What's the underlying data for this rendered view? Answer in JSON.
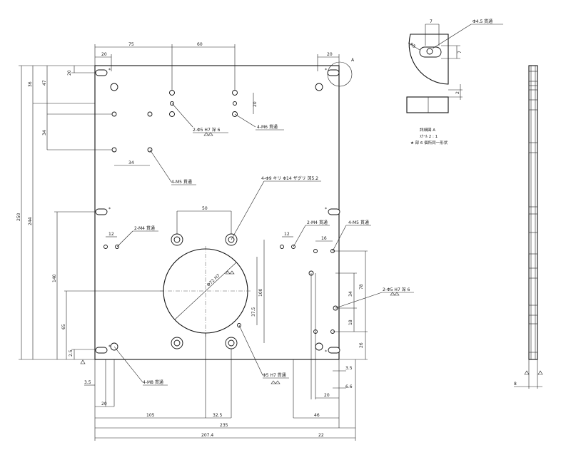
{
  "dims": {
    "top_75": "75",
    "top_60": "60",
    "top_20_left": "20",
    "top_20_right": "20",
    "v_20_top": "20",
    "v_36": "36",
    "v_47": "47",
    "v_34": "34",
    "h_34": "34",
    "v_20_m6": "20",
    "v_250": "250",
    "v_244": "244",
    "v_140": "140",
    "v_65": "65",
    "v_25_left": "2.5",
    "h_50": "50",
    "h_12_left": "12",
    "h_12_right": "12",
    "h_16": "16",
    "v_100": "100",
    "v_375": "37.5",
    "v_78": "78",
    "v_34_right": "34",
    "v_18": "18",
    "v_26": "26",
    "h_35_bottom": "3.5",
    "h_35_right": "3.5",
    "h_6": "6.6",
    "h_20_bottom_left": "20",
    "h_20_bottom_right": "20",
    "h_105": "105",
    "h_325": "32.5",
    "h_46": "46",
    "h_235": "235",
    "h_2074": "207.4",
    "h_22": "22",
    "side_8": "8",
    "detail_7a": "7",
    "detail_7b": "7",
    "detail_2": "2",
    "detail_r": "R5"
  },
  "labels": {
    "corner_a": "A",
    "hole_2_phi5h7": "2-Φ5 H7 深 6",
    "hole_4m6": "4-M6 貫通",
    "hole_4m5_left": "4-M5 貫通",
    "hole_4phi9": "4-Φ9 キリ Φ14 ザグリ 深5.2",
    "hole_2m4_left": "2-M4 貫通",
    "hole_2m4_right": "2-M4 貫通",
    "hole_4m5_right": "4-M5 貫通",
    "hole_phi7h7": "Φ72 H7",
    "hole_2_phi5h7_right": "2-Φ5 H7 深 6",
    "hole_phi5h7_center": "Φ5 H7 貫通",
    "hole_4m8": "4-M8 貫通",
    "hole_phi45": "Φ4.5 貫通",
    "detail_title": "詳細図 A",
    "detail_scale": "ｽｹｰﾙ 2 : 1",
    "detail_note": "★ 部 6 個所同一形状"
  }
}
